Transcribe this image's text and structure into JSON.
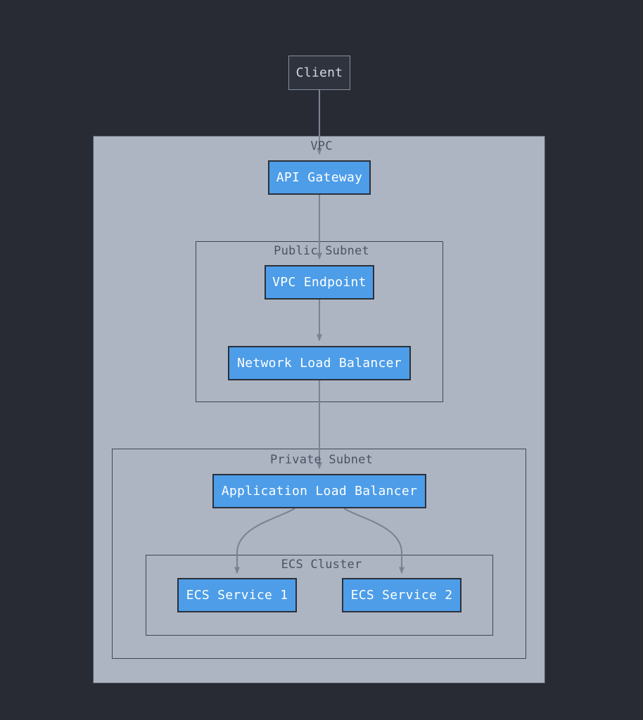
{
  "diagram": {
    "title": "AWS VPC Architecture Flowchart",
    "type": "flowchart",
    "background_color": "#282b33",
    "node_fill_color": "#4d9de8",
    "container_fill_color": "#aeb5c2",
    "edge_color": "#7a8394",
    "containers": [
      {
        "id": "vpc",
        "label": "VPC"
      },
      {
        "id": "public_subnet",
        "label": "Public Subnet"
      },
      {
        "id": "private_subnet",
        "label": "Private Subnet"
      },
      {
        "id": "ecs_cluster",
        "label": "ECS Cluster"
      }
    ],
    "nodes": [
      {
        "id": "client",
        "label": "Client",
        "style": "dark"
      },
      {
        "id": "api_gateway",
        "label": "API Gateway",
        "style": "blue"
      },
      {
        "id": "vpc_endpoint",
        "label": "VPC Endpoint",
        "style": "blue"
      },
      {
        "id": "nlb",
        "label": "Network Load Balancer",
        "style": "blue"
      },
      {
        "id": "alb",
        "label": "Application Load Balancer",
        "style": "blue"
      },
      {
        "id": "ecs_service_1",
        "label": "ECS Service 1",
        "style": "blue"
      },
      {
        "id": "ecs_service_2",
        "label": "ECS Service 2",
        "style": "blue"
      }
    ],
    "edges": [
      {
        "from": "client",
        "to": "api_gateway"
      },
      {
        "from": "api_gateway",
        "to": "vpc_endpoint"
      },
      {
        "from": "vpc_endpoint",
        "to": "nlb"
      },
      {
        "from": "nlb",
        "to": "alb"
      },
      {
        "from": "alb",
        "to": "ecs_service_1"
      },
      {
        "from": "alb",
        "to": "ecs_service_2"
      }
    ]
  }
}
